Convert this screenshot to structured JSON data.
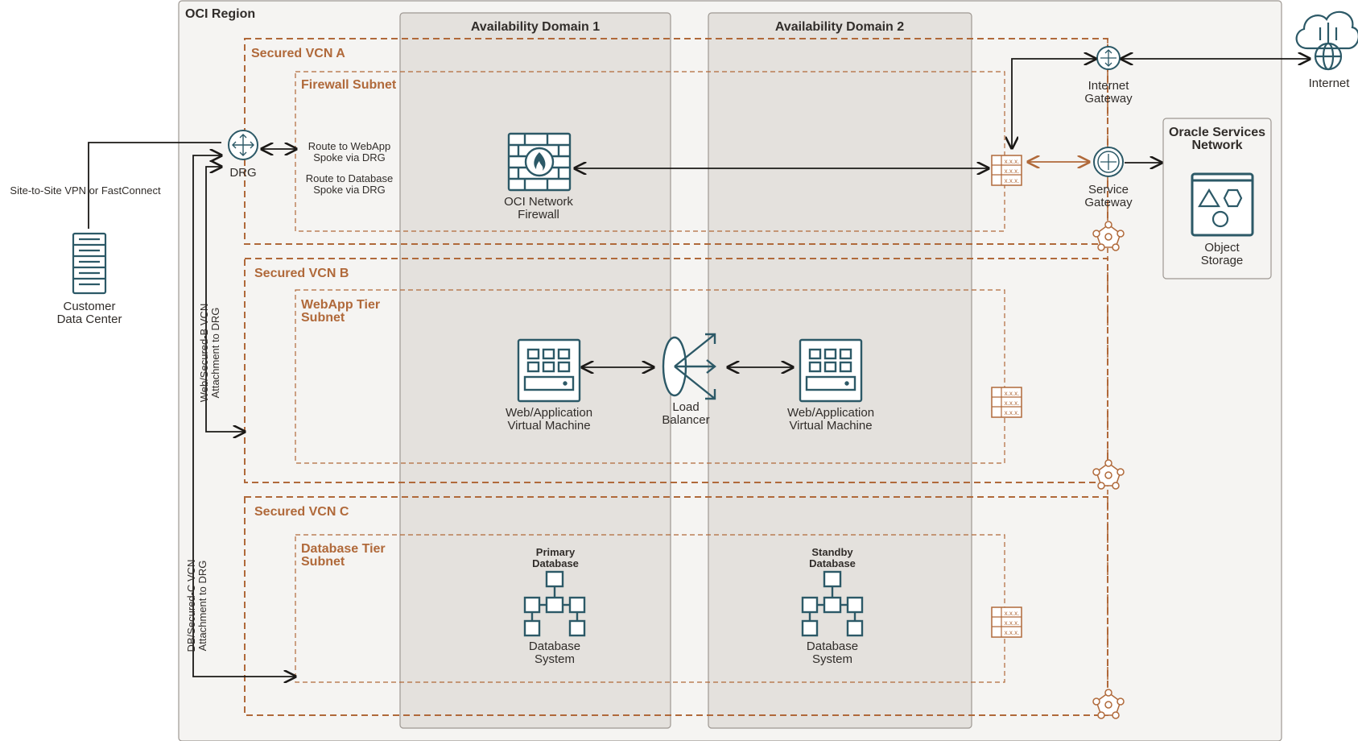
{
  "region": {
    "title": "OCI Region"
  },
  "availability_domains": [
    "Availability Domain 1",
    "Availability Domain 2"
  ],
  "vcns": {
    "a": {
      "title": "Secured VCN A",
      "subnet": "Firewall Subnet"
    },
    "b": {
      "title": "Secured VCN B",
      "subnet_line1": "WebApp Tier",
      "subnet_line2": "Subnet"
    },
    "c": {
      "title": "Secured VCN C",
      "subnet_line1": "Database Tier",
      "subnet_line2": "Subnet"
    }
  },
  "routes": {
    "webapp_line1": "Route to WebApp",
    "webapp_line2": "Spoke via DRG",
    "db_line1": "Route to Database",
    "db_line2": "Spoke via DRG"
  },
  "nodes": {
    "drg": "DRG",
    "vpn_label": "Site-to-Site VPN or FastConnect",
    "customer_line1": "Customer",
    "customer_line2": "Data Center",
    "firewall_line1": "OCI Network",
    "firewall_line2": "Firewall",
    "internet_gw_line1": "Internet",
    "internet_gw_line2": "Gateway",
    "service_gw_line1": "Service",
    "service_gw_line2": "Gateway",
    "internet": "Internet",
    "osn_line1": "Oracle Services",
    "osn_line2": "Network",
    "object_storage_line1": "Object",
    "object_storage_line2": "Storage",
    "vm1_line1": "Web/Application",
    "vm1_line2": "Virtual Machine",
    "vm2_line1": "Web/Application",
    "vm2_line2": "Virtual Machine",
    "lb_line1": "Load",
    "lb_line2": "Balancer",
    "primary_db_line1": "Primary",
    "primary_db_line2": "Database",
    "standby_db_line1": "Standby",
    "standby_db_line2": "Database",
    "dbsys1_line1": "Database",
    "dbsys1_line2": "System",
    "dbsys2_line1": "Database",
    "dbsys2_line2": "System"
  },
  "attachments": {
    "b_line1": "Web/Secured-B VCN",
    "b_line2": "Attachment to DRG",
    "c_line1": "DB/Secured-C VCN",
    "c_line2": "Attachment to DRG"
  },
  "route_table_text": "x.x.x.",
  "colors": {
    "orange": "#b0693a",
    "teal": "#2c5967",
    "dark": "#312d2a",
    "ad_fill": "#e4e1dd",
    "region_fill": "#f5f4f2"
  }
}
